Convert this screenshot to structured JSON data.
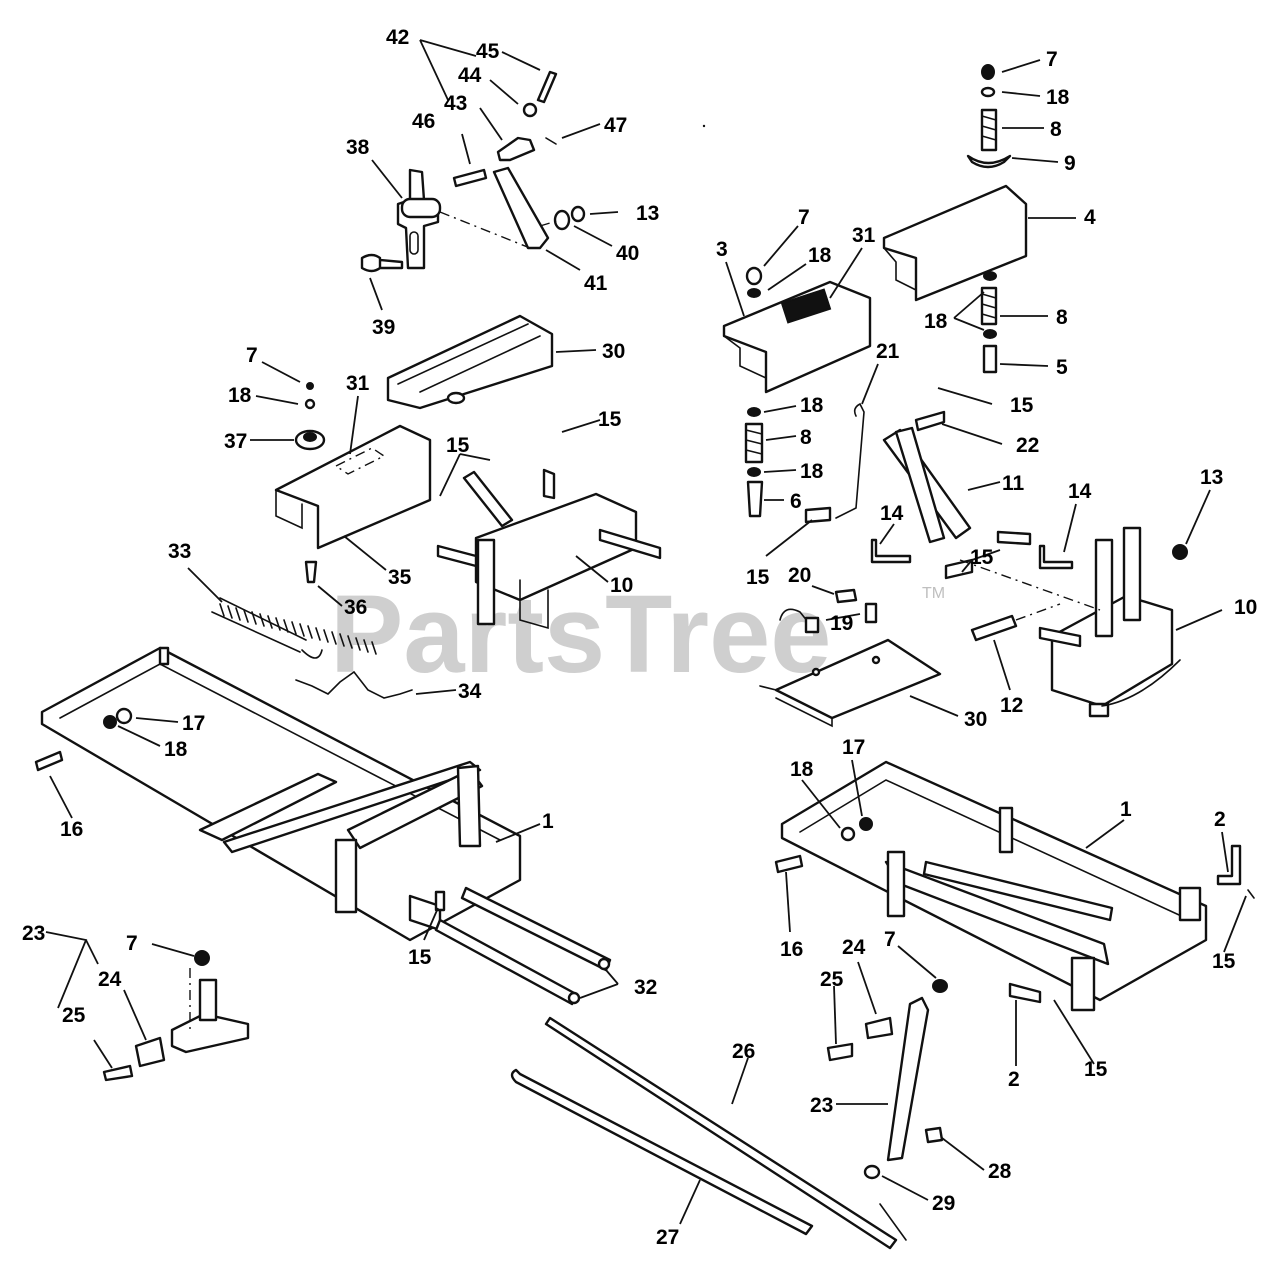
{
  "watermark": {
    "text": "PartsTree",
    "trademark": "TM"
  },
  "callouts": [
    {
      "label": "42"
    },
    {
      "label": "45"
    },
    {
      "label": "44"
    },
    {
      "label": "43"
    },
    {
      "label": "46"
    },
    {
      "label": "47"
    },
    {
      "label": "38"
    },
    {
      "label": "13"
    },
    {
      "label": "40"
    },
    {
      "label": "41"
    },
    {
      "label": "39"
    },
    {
      "label": "30"
    },
    {
      "label": "7"
    },
    {
      "label": "18"
    },
    {
      "label": "31"
    },
    {
      "label": "37"
    },
    {
      "label": "15"
    },
    {
      "label": "15"
    },
    {
      "label": "35"
    },
    {
      "label": "10"
    },
    {
      "label": "33"
    },
    {
      "label": "36"
    },
    {
      "label": "34"
    },
    {
      "label": "17"
    },
    {
      "label": "18"
    },
    {
      "label": "16"
    },
    {
      "label": "1"
    },
    {
      "label": "15"
    },
    {
      "label": "32"
    },
    {
      "label": "23"
    },
    {
      "label": "7"
    },
    {
      "label": "24"
    },
    {
      "label": "25"
    },
    {
      "label": "7"
    },
    {
      "label": "18"
    },
    {
      "label": "8"
    },
    {
      "label": "9"
    },
    {
      "label": "4"
    },
    {
      "label": "3"
    },
    {
      "label": "7"
    },
    {
      "label": "18"
    },
    {
      "label": "31"
    },
    {
      "label": "18"
    },
    {
      "label": "8"
    },
    {
      "label": "5"
    },
    {
      "label": "21"
    },
    {
      "label": "15"
    },
    {
      "label": "22"
    },
    {
      "label": "18"
    },
    {
      "label": "8"
    },
    {
      "label": "18"
    },
    {
      "label": "6"
    },
    {
      "label": "11"
    },
    {
      "label": "13"
    },
    {
      "label": "14"
    },
    {
      "label": "14"
    },
    {
      "label": "15"
    },
    {
      "label": "15"
    },
    {
      "label": "20"
    },
    {
      "label": "19"
    },
    {
      "label": "10"
    },
    {
      "label": "12"
    },
    {
      "label": "30"
    },
    {
      "label": "18"
    },
    {
      "label": "17"
    },
    {
      "label": "1"
    },
    {
      "label": "2"
    },
    {
      "label": "16"
    },
    {
      "label": "15"
    },
    {
      "label": "7"
    },
    {
      "label": "24"
    },
    {
      "label": "25"
    },
    {
      "label": "2"
    },
    {
      "label": "15"
    },
    {
      "label": "26"
    },
    {
      "label": "23"
    },
    {
      "label": "28"
    },
    {
      "label": "29"
    },
    {
      "label": "27"
    }
  ]
}
